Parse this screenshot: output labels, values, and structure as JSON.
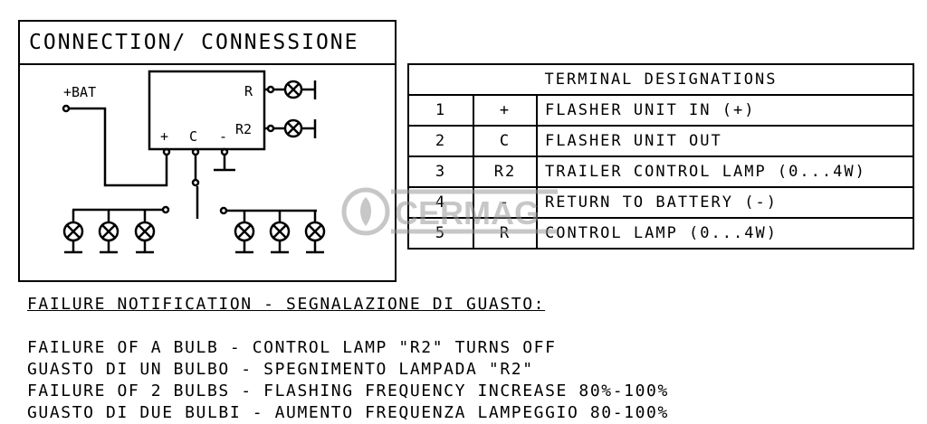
{
  "connection": {
    "title": "CONNECTION/ CONNESSIONE",
    "labels": {
      "bat": "+BAT",
      "r": "R",
      "r2": "R2",
      "plus": "+",
      "c": "C",
      "minus": "-"
    }
  },
  "terminal_table": {
    "title": "TERMINAL DESIGNATIONS",
    "rows": [
      {
        "num": "1",
        "sym": "+",
        "desc": "FLASHER UNIT IN (+)"
      },
      {
        "num": "2",
        "sym": "C",
        "desc": "FLASHER UNIT OUT"
      },
      {
        "num": "3",
        "sym": "R2",
        "desc": "TRAILER CONTROL LAMP (0...4W)"
      },
      {
        "num": "4",
        "sym": "-",
        "desc": "RETURN TO BATTERY (-)"
      },
      {
        "num": "5",
        "sym": "R",
        "desc": "CONTROL LAMP (0...4W)"
      }
    ]
  },
  "failure": {
    "heading": "FAILURE NOTIFICATION - SEGNALAZIONE DI GUASTO:",
    "lines": [
      "FAILURE OF A BULB - CONTROL LAMP \"R2\" TURNS OFF",
      "GUASTO DI UN BULBO - SPEGNIMENTO LAMPADA \"R2\"",
      "FAILURE OF 2 BULBS - FLASHING FREQUENCY INCREASE 80%-100%",
      "GUASTO DI DUE BULBI - AUMENTO FREQUENZA LAMPEGGIO 80-100%"
    ]
  },
  "watermark": {
    "text": "CERMAG",
    "color": "#9a9a9a"
  }
}
